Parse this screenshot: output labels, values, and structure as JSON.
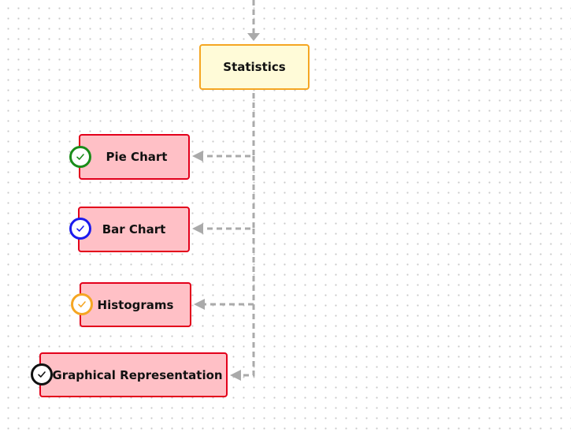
{
  "diagram": {
    "root": {
      "label": "Statistics"
    },
    "children": [
      {
        "label": "Pie Chart",
        "icon": "check-circle-icon",
        "badge_color": "#1a8c1a"
      },
      {
        "label": "Bar Chart",
        "icon": "check-circle-icon",
        "badge_color": "#1a1aee"
      },
      {
        "label": "Histograms",
        "icon": "check-circle-icon",
        "badge_color": "#f5a623"
      },
      {
        "label": "Graphical Representation",
        "icon": "check-circle-icon",
        "badge_color": "#111111"
      }
    ],
    "colors": {
      "root_fill": "#fffbd8",
      "root_border": "#f5a623",
      "child_fill": "#ffc0c6",
      "child_border": "#e3001b",
      "connector": "#aaaaaa"
    }
  }
}
